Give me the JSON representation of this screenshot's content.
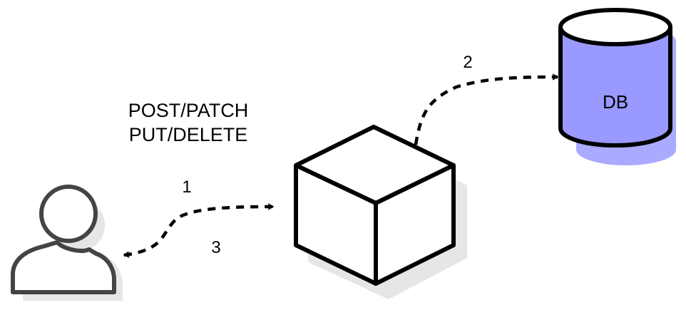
{
  "diagram": {
    "request_methods": [
      "POST/PATCH",
      "PUT/DELETE"
    ],
    "steps": {
      "request": "1",
      "database": "2",
      "response": "3"
    },
    "database": {
      "label": "DB",
      "fill_color": "#9999ff",
      "shadow_color": "#aaaaff"
    },
    "server_icon": "cube-icon",
    "client_icon": "user-icon",
    "colors": {
      "stroke": "#000000",
      "user_stroke": "#444444",
      "shadow": "#e6e6e6"
    }
  }
}
